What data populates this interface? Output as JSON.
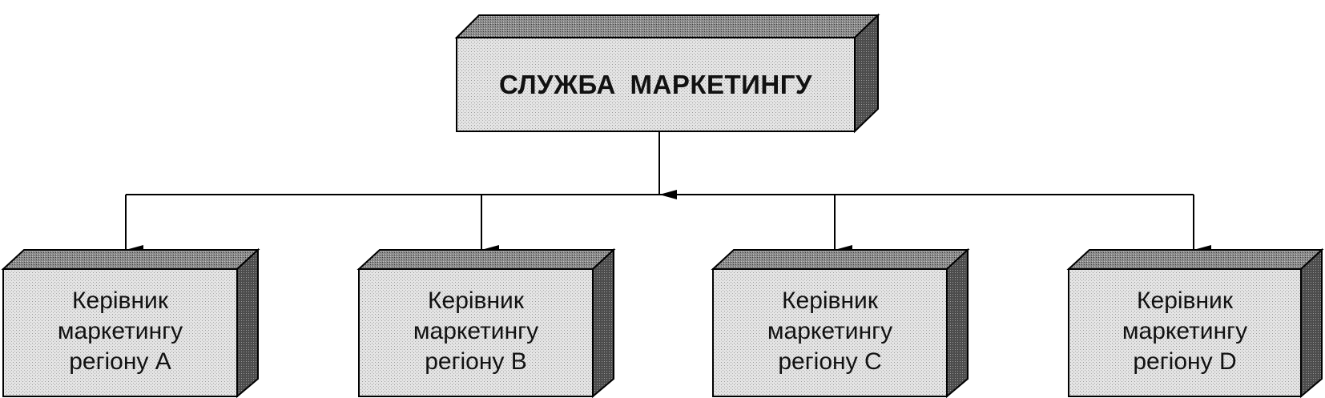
{
  "root": {
    "label": "СЛУЖБА МАРКЕТИНГУ"
  },
  "children": [
    {
      "line1": "Керівник",
      "line2": "маркетингу",
      "line3": "регіону A"
    },
    {
      "line1": "Керівник",
      "line2": "маркетингу",
      "line3": "регіону B"
    },
    {
      "line1": "Керівник",
      "line2": "маркетингу",
      "line3": "регіону C"
    },
    {
      "line1": "Керівник",
      "line2": "маркетингу",
      "line3": "регіону D"
    }
  ],
  "colors": {
    "face": "#e3e3e3",
    "top": "#8a8a8a",
    "side": "#4a4a4a",
    "line": "#000000"
  }
}
